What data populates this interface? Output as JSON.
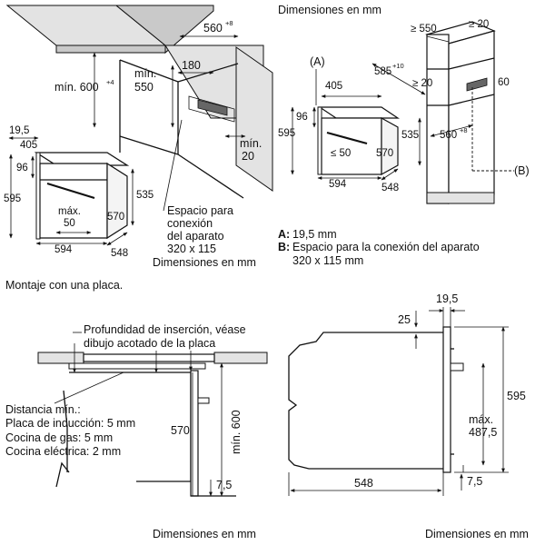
{
  "header_units": "Dimensiones en mm",
  "panel_cabinet": {
    "dim_depth_top": "560",
    "dim_depth_top_sup": "+8",
    "dim_min_600": "mín. 600",
    "dim_min_600_sup": "+4",
    "dim_min_550_a": "mín.",
    "dim_min_550_b": "550",
    "dim_180": "180",
    "dim_min_20_a": "mín.",
    "dim_min_20_b": "20",
    "dim_19_5": "19,5",
    "dim_405": "405",
    "dim_96": "96",
    "dim_595": "595",
    "dim_max50_a": "máx.",
    "dim_max50_b": "50",
    "dim_570": "570",
    "dim_535": "535",
    "dim_594": "594",
    "dim_548": "548",
    "connection_note": [
      "Espacio para",
      "conexión",
      "del aparato",
      "320 x 115"
    ],
    "units": "Dimensiones en mm"
  },
  "panel_tall": {
    "label_a": "(A)",
    "label_b": "(B)",
    "dim_405": "405",
    "dim_96": "96",
    "dim_595": "595",
    "dim_le50": "≤ 50",
    "dim_570": "570",
    "dim_535": "535",
    "dim_594": "594",
    "dim_548": "548",
    "dim_ge550": "≥ 550",
    "dim_ge20_top": "≥ 20",
    "dim_585": "585",
    "dim_585_sup": "+10",
    "dim_ge20_mid": "≥ 20",
    "dim_60": "60",
    "dim_560": "560",
    "dim_560_sup": "+8"
  },
  "legend": {
    "a_key": "A:",
    "a_text": "19,5 mm",
    "b_key": "B:",
    "b_text": "Espacio para la conexión del aparato",
    "b_text2": "320 x 115 mm"
  },
  "hob_title": "Montaje con una placa.",
  "panel_hob": {
    "insert_note_1": "Profundidad de inserción, véase",
    "insert_note_2": "dibujo acotado de la placa",
    "distance_title": "Distancia mín.:",
    "distance_induction": "Placa de inducción: 5 mm",
    "distance_gas": "Cocina de gas: 5 mm",
    "distance_electric": "Cocina eléctrica: 2 mm",
    "dim_570": "570",
    "dim_min600": "mín. 600",
    "dim_7_5": "7,5",
    "units": "Dimensiones en mm"
  },
  "panel_side": {
    "dim_19_5": "19,5",
    "dim_25": "25",
    "dim_595": "595",
    "dim_max_a": "máx.",
    "dim_max_b": "487,5",
    "dim_548": "548",
    "dim_7_5": "7,5",
    "units": "Dimensiones en mm"
  }
}
